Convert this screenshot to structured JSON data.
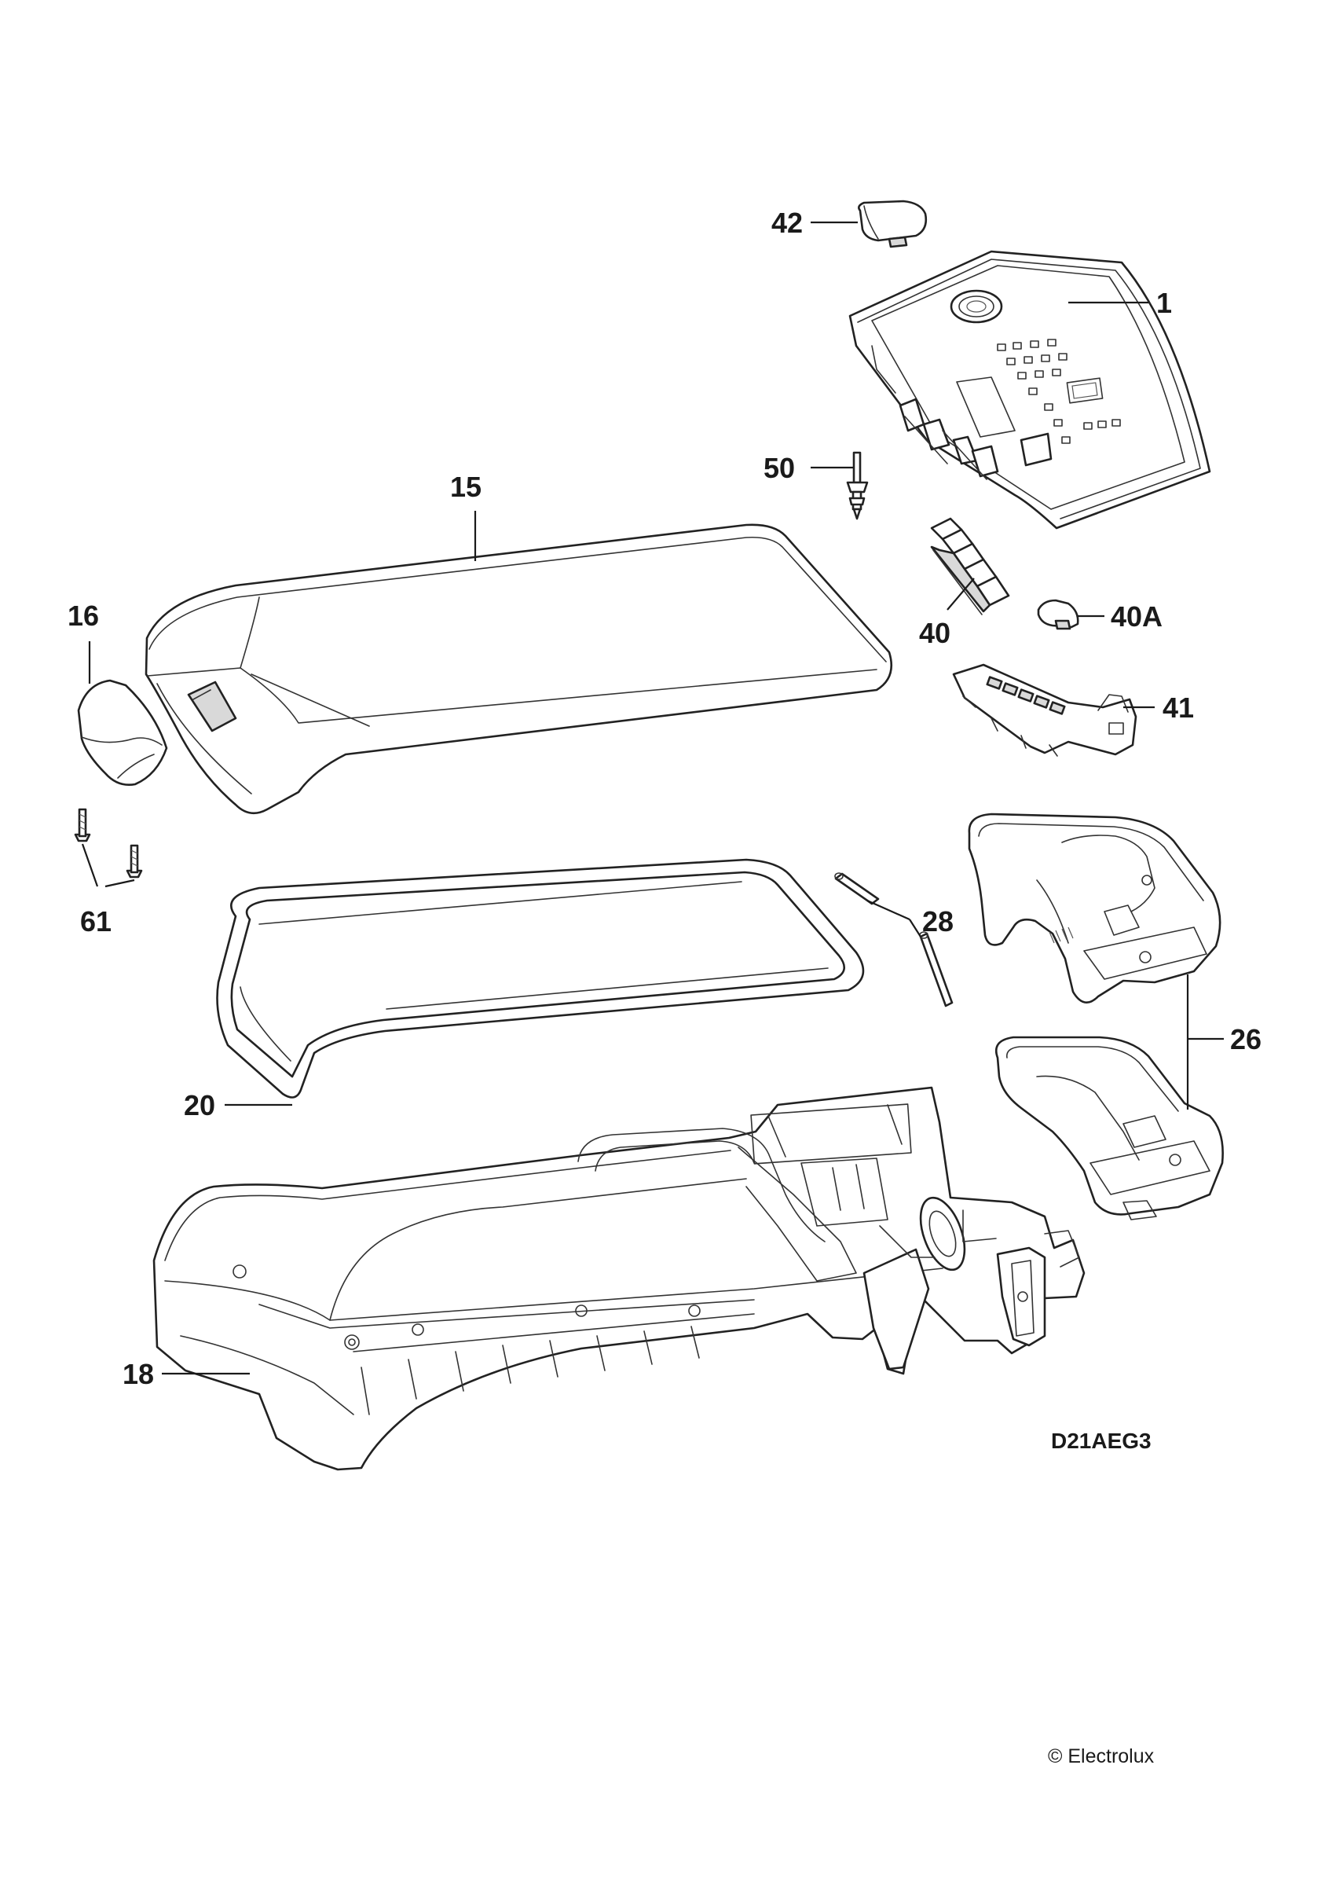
{
  "diagram": {
    "callouts": {
      "c42": "42",
      "c1": "1",
      "c50": "50",
      "c15": "15",
      "c16": "16",
      "c40": "40",
      "c40A": "40A",
      "c41": "41",
      "c61": "61",
      "c28": "28",
      "c26": "26",
      "c20": "20",
      "c18": "18"
    },
    "drawing_code": "D21AEG3",
    "copyright": "© Electrolux"
  }
}
